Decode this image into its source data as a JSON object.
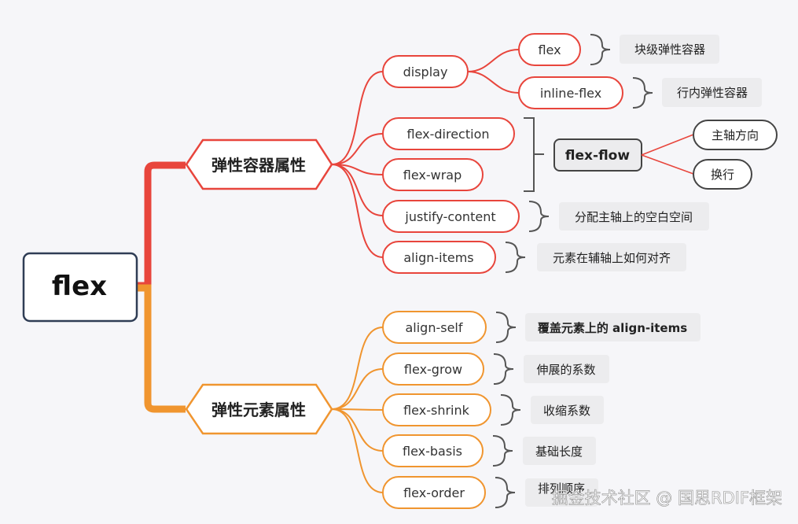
{
  "root": {
    "label": "flex"
  },
  "container": {
    "label": "弹性容器属性",
    "color": "#e8453c",
    "items": [
      {
        "label": "display",
        "children": [
          {
            "label": "flex",
            "note": "块级弹性容器"
          },
          {
            "label": "inline-flex",
            "note": "行内弹性容器"
          }
        ]
      },
      {
        "label": "flex-direction"
      },
      {
        "label": "flex-wrap"
      },
      {
        "label": "justify-content",
        "note": "分配主轴上的空白空间"
      },
      {
        "label": "align-items",
        "note": "元素在辅轴上如何对齐"
      }
    ],
    "flow": {
      "label": "flex-flow",
      "children": [
        "主轴方向",
        "换行"
      ]
    }
  },
  "element": {
    "label": "弹性元素属性",
    "color": "#f0952f",
    "items": [
      {
        "label": "align-self",
        "note": "覆盖元素上的 align-items"
      },
      {
        "label": "flex-grow",
        "note": "伸展的系数"
      },
      {
        "label": "flex-shrink",
        "note": "收缩系数"
      },
      {
        "label": "flex-basis",
        "note": "基础长度"
      },
      {
        "label": "flex-order",
        "note": "排列顺序"
      }
    ]
  },
  "watermark": "掘金技术社区 @ 国思RDIF框架"
}
